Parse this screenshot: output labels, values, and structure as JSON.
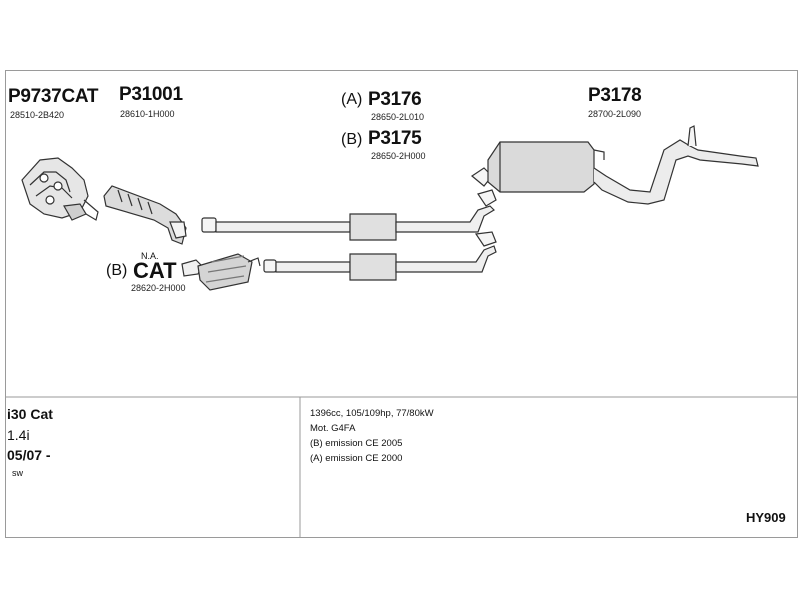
{
  "parts": {
    "manifold": {
      "number": "P9737CAT",
      "oem": "28510-2B420"
    },
    "front_pipe": {
      "number": "P31001",
      "oem": "28610-1H000"
    },
    "middle_a": {
      "variant": "(A)",
      "number": "P3176",
      "oem": "28650-2L010"
    },
    "middle_b": {
      "variant": "(B)",
      "number": "P3175",
      "oem": "28650-2H000"
    },
    "rear": {
      "number": "P3178",
      "oem": "28700-2L090"
    },
    "catalyst": {
      "variant": "(B)",
      "note": "N.A.",
      "number": "CAT",
      "oem": "28620-2H000"
    }
  },
  "vehicle": {
    "name": "i30 Cat",
    "engine": "1.4i",
    "years": "05/07 -",
    "body": "sw"
  },
  "specs": [
    "1396cc, 105/109hp, 77/80kW",
    "Mot. G4FA",
    "(B) emission CE 2005",
    "(A) emission CE 2000"
  ],
  "reference": "HY909",
  "colors": {
    "line": "#333333",
    "frame": "#9a9a9a",
    "part_fill": "#d8d8d8"
  }
}
